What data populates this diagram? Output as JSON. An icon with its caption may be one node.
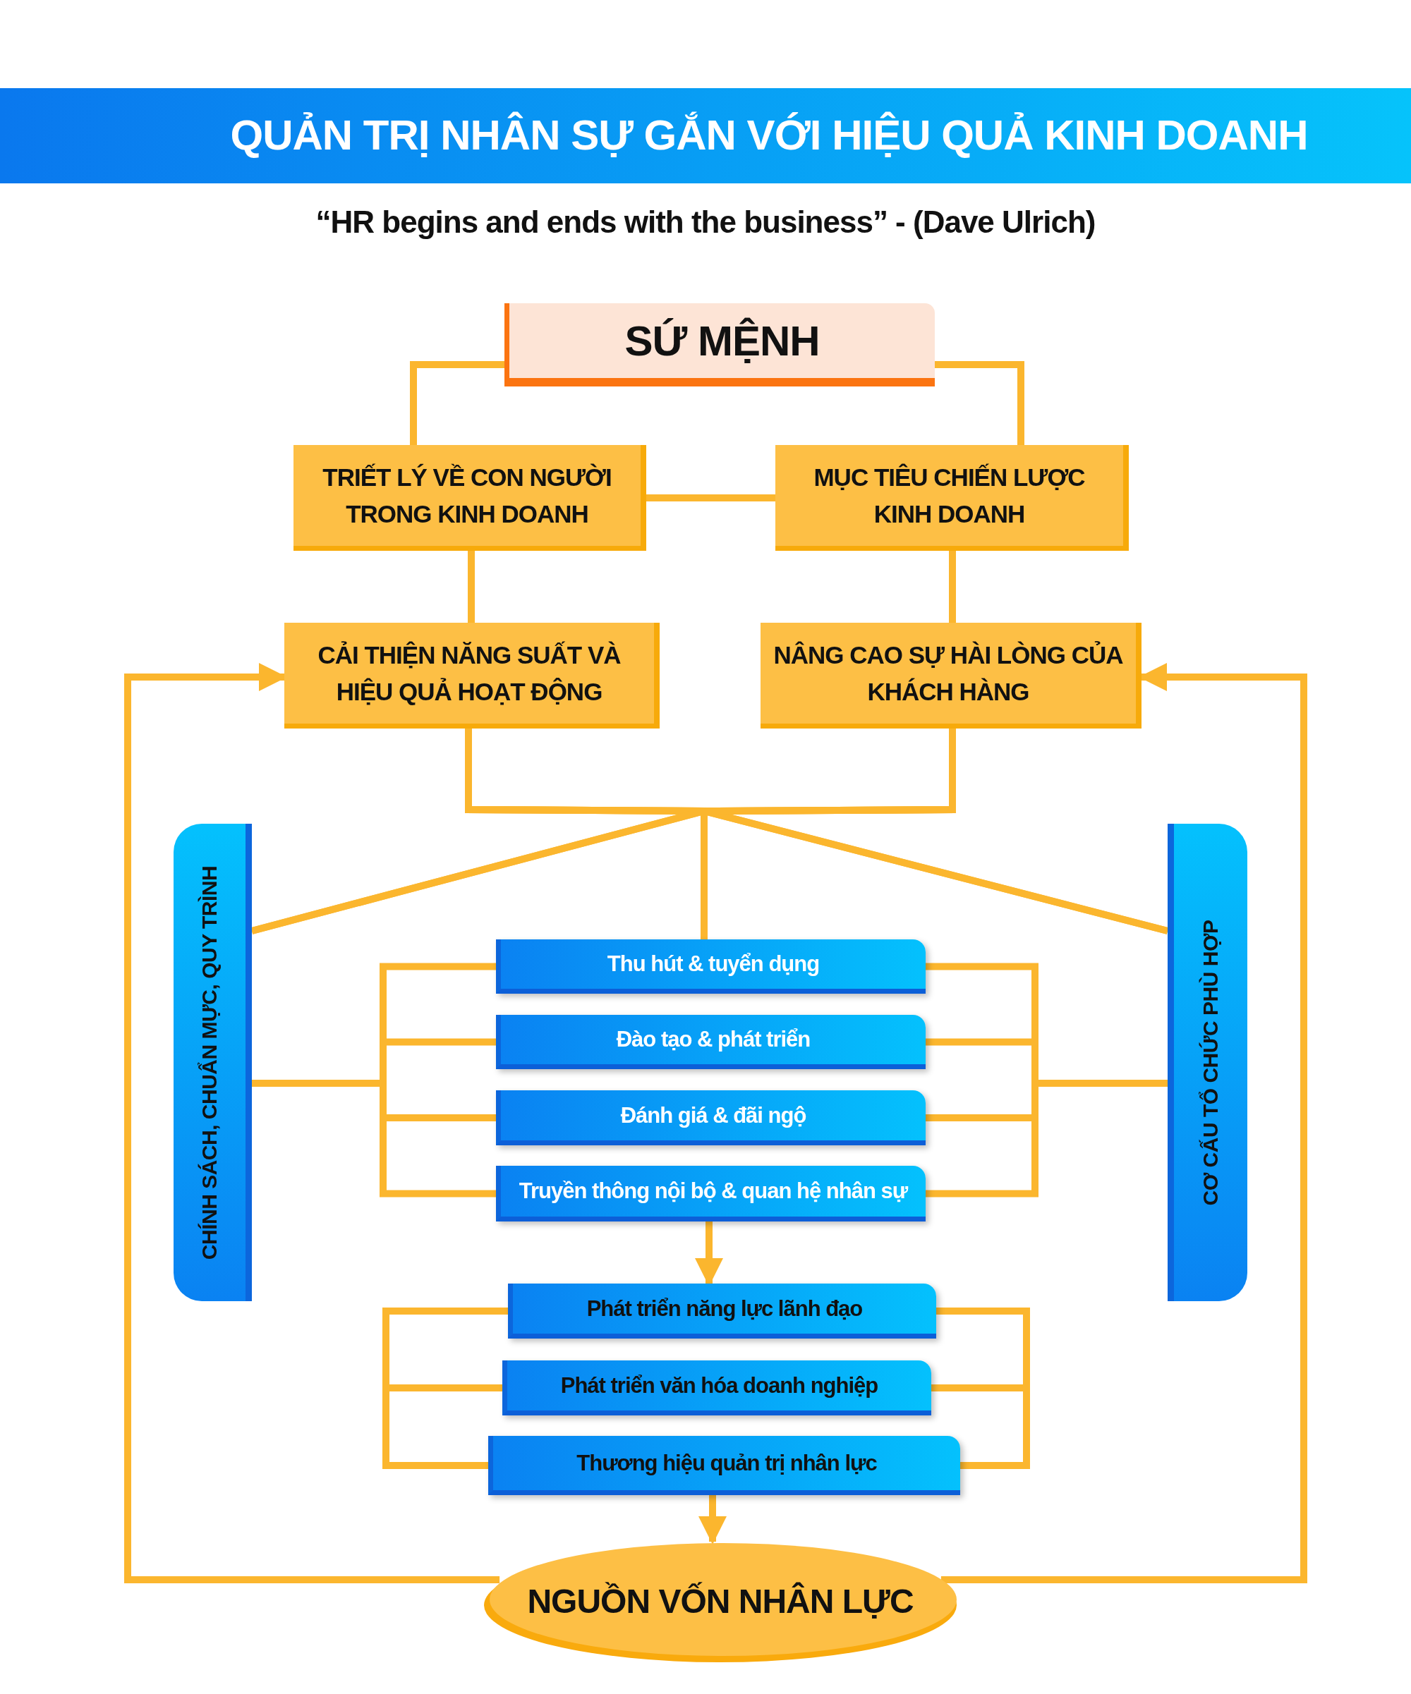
{
  "diagram": {
    "title": "QUẢN TRỊ NHÂN SỰ GẮN VỚI HIỆU QUẢ KINH DOANH",
    "nodes": [
      {
        "text": [
          "SỨ MỆNH"
        ]
      },
      {
        "text": [
          "TRIẾT LÝ VỀ CON NGƯỜI TRONG KINH DOANH"
        ]
      },
      {
        "text": [
          "MỤC TIÊU CHIẾN LƯỢC KINH DOANH"
        ]
      },
      {
        "text": [
          "CẢI THIỆN NĂNG SUẤT VÀ HIỆU QUẢ HOẠT ĐỘNG"
        ]
      },
      {
        "text": [
          "NÂNG CAO SỰ HÀI LÒNG CỦA KHÁCH HÀNG"
        ]
      },
      {
        "text": [
          "CHÍNH SÁCH, CHUẨN MỰC, QUY TRÌNH"
        ]
      },
      {
        "text": [
          "Thu hút & tuyển dụng"
        ]
      },
      {
        "text": [
          "Đào tạo & phát triển"
        ]
      },
      {
        "text": [
          "Đánh giá & đãi ngộ"
        ]
      },
      {
        "text": [
          "Truyền thông nội bộ & quan hệ nhân sự"
        ]
      },
      {
        "text": [
          "CƠ CẤU TỔ CHỨC PHÙ HỢP"
        ]
      },
      {
        "text": [
          "Phát triển năng lực lãnh đạo"
        ]
      },
      {
        "text": [
          "Phát triển văn hóa doanh nghiệp"
        ]
      },
      {
        "text": [
          "Thương hiệu quản trị nhân lực"
        ]
      },
      {
        "text": [
          "NGUỒN VỐN NHÂN LỰC"
        ]
      }
    ],
    "edges": [
      {
        "from": 0,
        "to": 1,
        "arrow": "none"
      },
      {
        "from": 0,
        "to": 2,
        "arrow": "none"
      },
      {
        "from": 1,
        "to": 2,
        "arrow": "none"
      },
      {
        "from": 1,
        "to": 3,
        "arrow": "none"
      },
      {
        "from": 2,
        "to": 4,
        "arrow": "none"
      },
      {
        "from": 3,
        "to": 5,
        "arrow": "none"
      },
      {
        "from": 3,
        "to": 10,
        "arrow": "none"
      },
      {
        "from": 3,
        "to": 6,
        "arrow": "none"
      },
      {
        "from": 4,
        "to": 5,
        "arrow": "none"
      },
      {
        "from": 4,
        "to": 10,
        "arrow": "none"
      },
      {
        "from": 4,
        "to": 6,
        "arrow": "none"
      },
      {
        "from": 5,
        "to": 6,
        "arrow": "none"
      },
      {
        "from": 5,
        "to": 7,
        "arrow": "none"
      },
      {
        "from": 5,
        "to": 8,
        "arrow": "none"
      },
      {
        "from": 5,
        "to": 9,
        "arrow": "none"
      },
      {
        "from": 10,
        "to": 6,
        "arrow": "none"
      },
      {
        "from": 10,
        "to": 7,
        "arrow": "none"
      },
      {
        "from": 10,
        "to": 8,
        "arrow": "none"
      },
      {
        "from": 10,
        "to": 9,
        "arrow": "none"
      },
      {
        "from": 9,
        "to": 11,
        "arrow": "to"
      },
      {
        "from": 11,
        "to": 12,
        "arrow": "none"
      },
      {
        "from": 12,
        "to": 13,
        "arrow": "none"
      },
      {
        "from": 11,
        "to": 12,
        "arrow": "none"
      },
      {
        "from": 12,
        "to": 13,
        "arrow": "none"
      },
      {
        "from": 13,
        "to": 14,
        "arrow": "to"
      },
      {
        "from": 14,
        "to": 3,
        "arrow": "to"
      },
      {
        "from": 14,
        "to": 4,
        "arrow": "to"
      }
    ],
    "labels": [
      "“HR begins and ends with the business” - (Dave Ulrich)"
    ]
  }
}
